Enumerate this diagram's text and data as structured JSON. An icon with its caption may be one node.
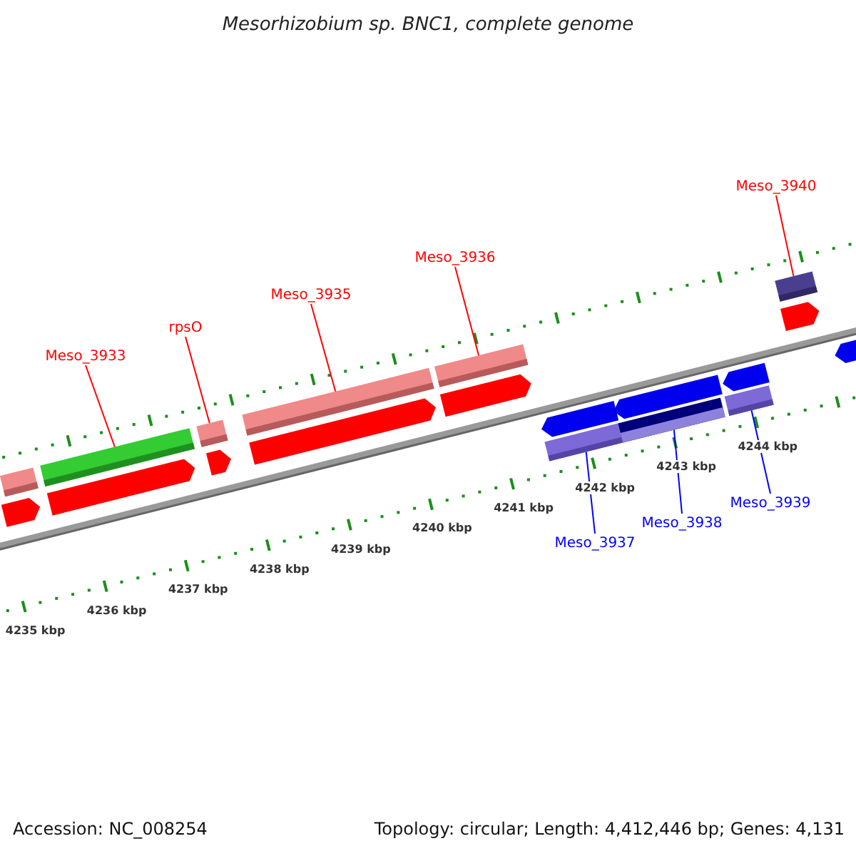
{
  "diagram": {
    "title": "Mesorhizobium sp. BNC1, complete genome",
    "nodes": [
      {
        "text": [
          "Meso_3933"
        ]
      },
      {
        "text": [],
        "shape": "bar"
      },
      {
        "text": [
          "rpsO"
        ]
      },
      {
        "text": [],
        "shape": "bar"
      },
      {
        "text": [
          "Meso_3935"
        ]
      },
      {
        "text": [],
        "shape": "bar"
      },
      {
        "text": [
          "Meso_3936"
        ]
      },
      {
        "text": [],
        "shape": "bar"
      },
      {
        "text": [
          "Meso_3940"
        ]
      },
      {
        "text": [],
        "shape": "bar"
      },
      {
        "text": [
          "Meso_3937"
        ]
      },
      {
        "text": [],
        "shape": "bar"
      },
      {
        "text": [
          "Meso_3938"
        ]
      },
      {
        "text": [],
        "shape": "bar"
      },
      {
        "text": [
          "Meso_3939"
        ]
      },
      {
        "text": [],
        "shape": "bar"
      },
      {
        "text": [],
        "shape": "bar"
      },
      {
        "text": [],
        "shape": "arrow"
      },
      {
        "text": [],
        "shape": "arrow"
      },
      {
        "text": [],
        "shape": "arrow"
      },
      {
        "text": [],
        "shape": "arrow"
      },
      {
        "text": [],
        "shape": "arrow"
      },
      {
        "text": [],
        "shape": "arrow"
      },
      {
        "text": [],
        "shape": "arrow"
      },
      {
        "text": [],
        "shape": "arrow"
      },
      {
        "text": [],
        "shape": "arrow"
      },
      {
        "text": [],
        "shape": "arrow"
      }
    ],
    "edges": [
      {
        "from": 0,
        "to": 1,
        "arrow": "none"
      },
      {
        "from": 2,
        "to": 3,
        "arrow": "none"
      },
      {
        "from": 4,
        "to": 5,
        "arrow": "none"
      },
      {
        "from": 6,
        "to": 7,
        "arrow": "none"
      },
      {
        "from": 8,
        "to": 9,
        "arrow": "none"
      },
      {
        "from": 10,
        "to": 11,
        "arrow": "none",
        "color": "#0000ff"
      },
      {
        "from": 12,
        "to": 13,
        "arrow": "none",
        "color": "#0000ff"
      },
      {
        "from": 14,
        "to": 15,
        "arrow": "none",
        "color": "#0000ff"
      }
    ],
    "labels": [
      "4235 kbp",
      "4236 kbp",
      "4237 kbp",
      "4238 kbp",
      "4239 kbp",
      "4240 kbp",
      "4241 kbp",
      "4242 kbp",
      "4243 kbp",
      "4244 kbp",
      "Accession: NC_008254",
      "Topology: circular; Length: 4,412,446 bp; Genes: 4,131"
    ]
  }
}
